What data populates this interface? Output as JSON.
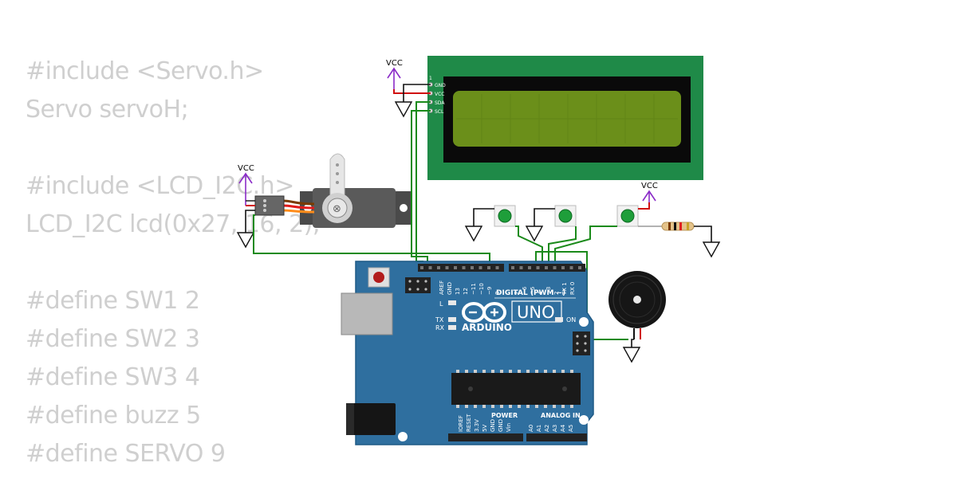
{
  "code_lines": [
    "#include <Servo.h>",
    "Servo servoH;",
    "",
    "#include <LCD_I2C.h>",
    "LCD_I2C lcd(0x27, 16, 2);",
    "",
    "#define SW1 2",
    "#define SW2 3",
    "#define SW3 4",
    "#define buzz 5",
    "#define SERVO 9"
  ],
  "lcd": {
    "pin_1": "1",
    "pins": [
      "GND",
      "VCC",
      "SDA",
      "SCL"
    ]
  },
  "power_labels": {
    "lcd": "VCC",
    "servo": "VCC",
    "button3": "VCC"
  },
  "arduino": {
    "brand": "ARDUINO",
    "model": "UNO",
    "digital_header": "DIGITAL (PWM ~)",
    "power_header": "POWER",
    "analog_header": "ANALOG IN",
    "on_label": "ON",
    "led_l": "L",
    "led_tx": "TX",
    "led_rx": "RX",
    "top_left_pins": [
      "AREF",
      "GND",
      "13",
      "12",
      "~11",
      "~10",
      "~9",
      "8"
    ],
    "top_right_pins": [
      "7",
      "~6",
      "~5",
      "4",
      "~3",
      "2",
      "TX 1",
      "RX 0"
    ],
    "power_pins": [
      "IOREF",
      "RESET",
      "3.3V",
      "5V",
      "GND",
      "GND",
      "Vin"
    ],
    "analog_pins": [
      "A0",
      "A1",
      "A2",
      "A3",
      "A4",
      "A5"
    ]
  },
  "colors": {
    "board": "#2f6f9f",
    "lcd_pcb": "#1f8a48",
    "lcd_screen": "#6b8f1a",
    "wire_signal": "#1a8a1a",
    "wire_vcc": "#d01010",
    "vcc_symbol": "#8a2bc8",
    "code_text": "#cfcfcf"
  }
}
